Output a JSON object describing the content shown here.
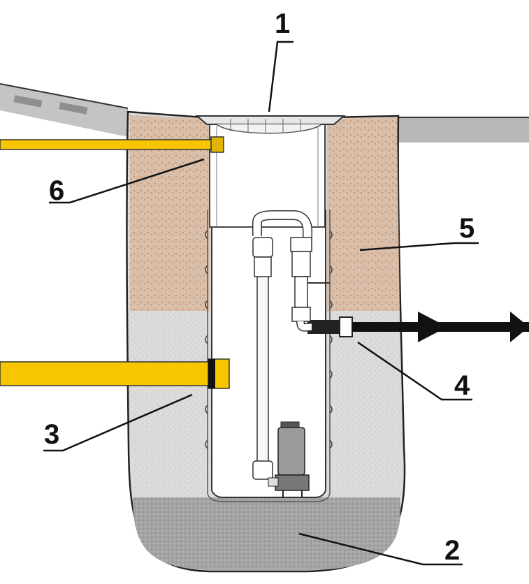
{
  "callouts": [
    {
      "id": "1",
      "label": "1"
    },
    {
      "id": "2",
      "label": "2"
    },
    {
      "id": "3",
      "label": "3"
    },
    {
      "id": "4",
      "label": "4"
    },
    {
      "id": "5",
      "label": "5"
    },
    {
      "id": "6",
      "label": "6"
    }
  ],
  "colors": {
    "soil_light": "#d9d9d9",
    "soil_brown": "#c98a5e",
    "gravel_base": "#9a9a9a",
    "yellow_pipe": "#f7c600",
    "ground_surface": "#b8b8b8",
    "arrow": "#111111",
    "outline": "#222222"
  }
}
